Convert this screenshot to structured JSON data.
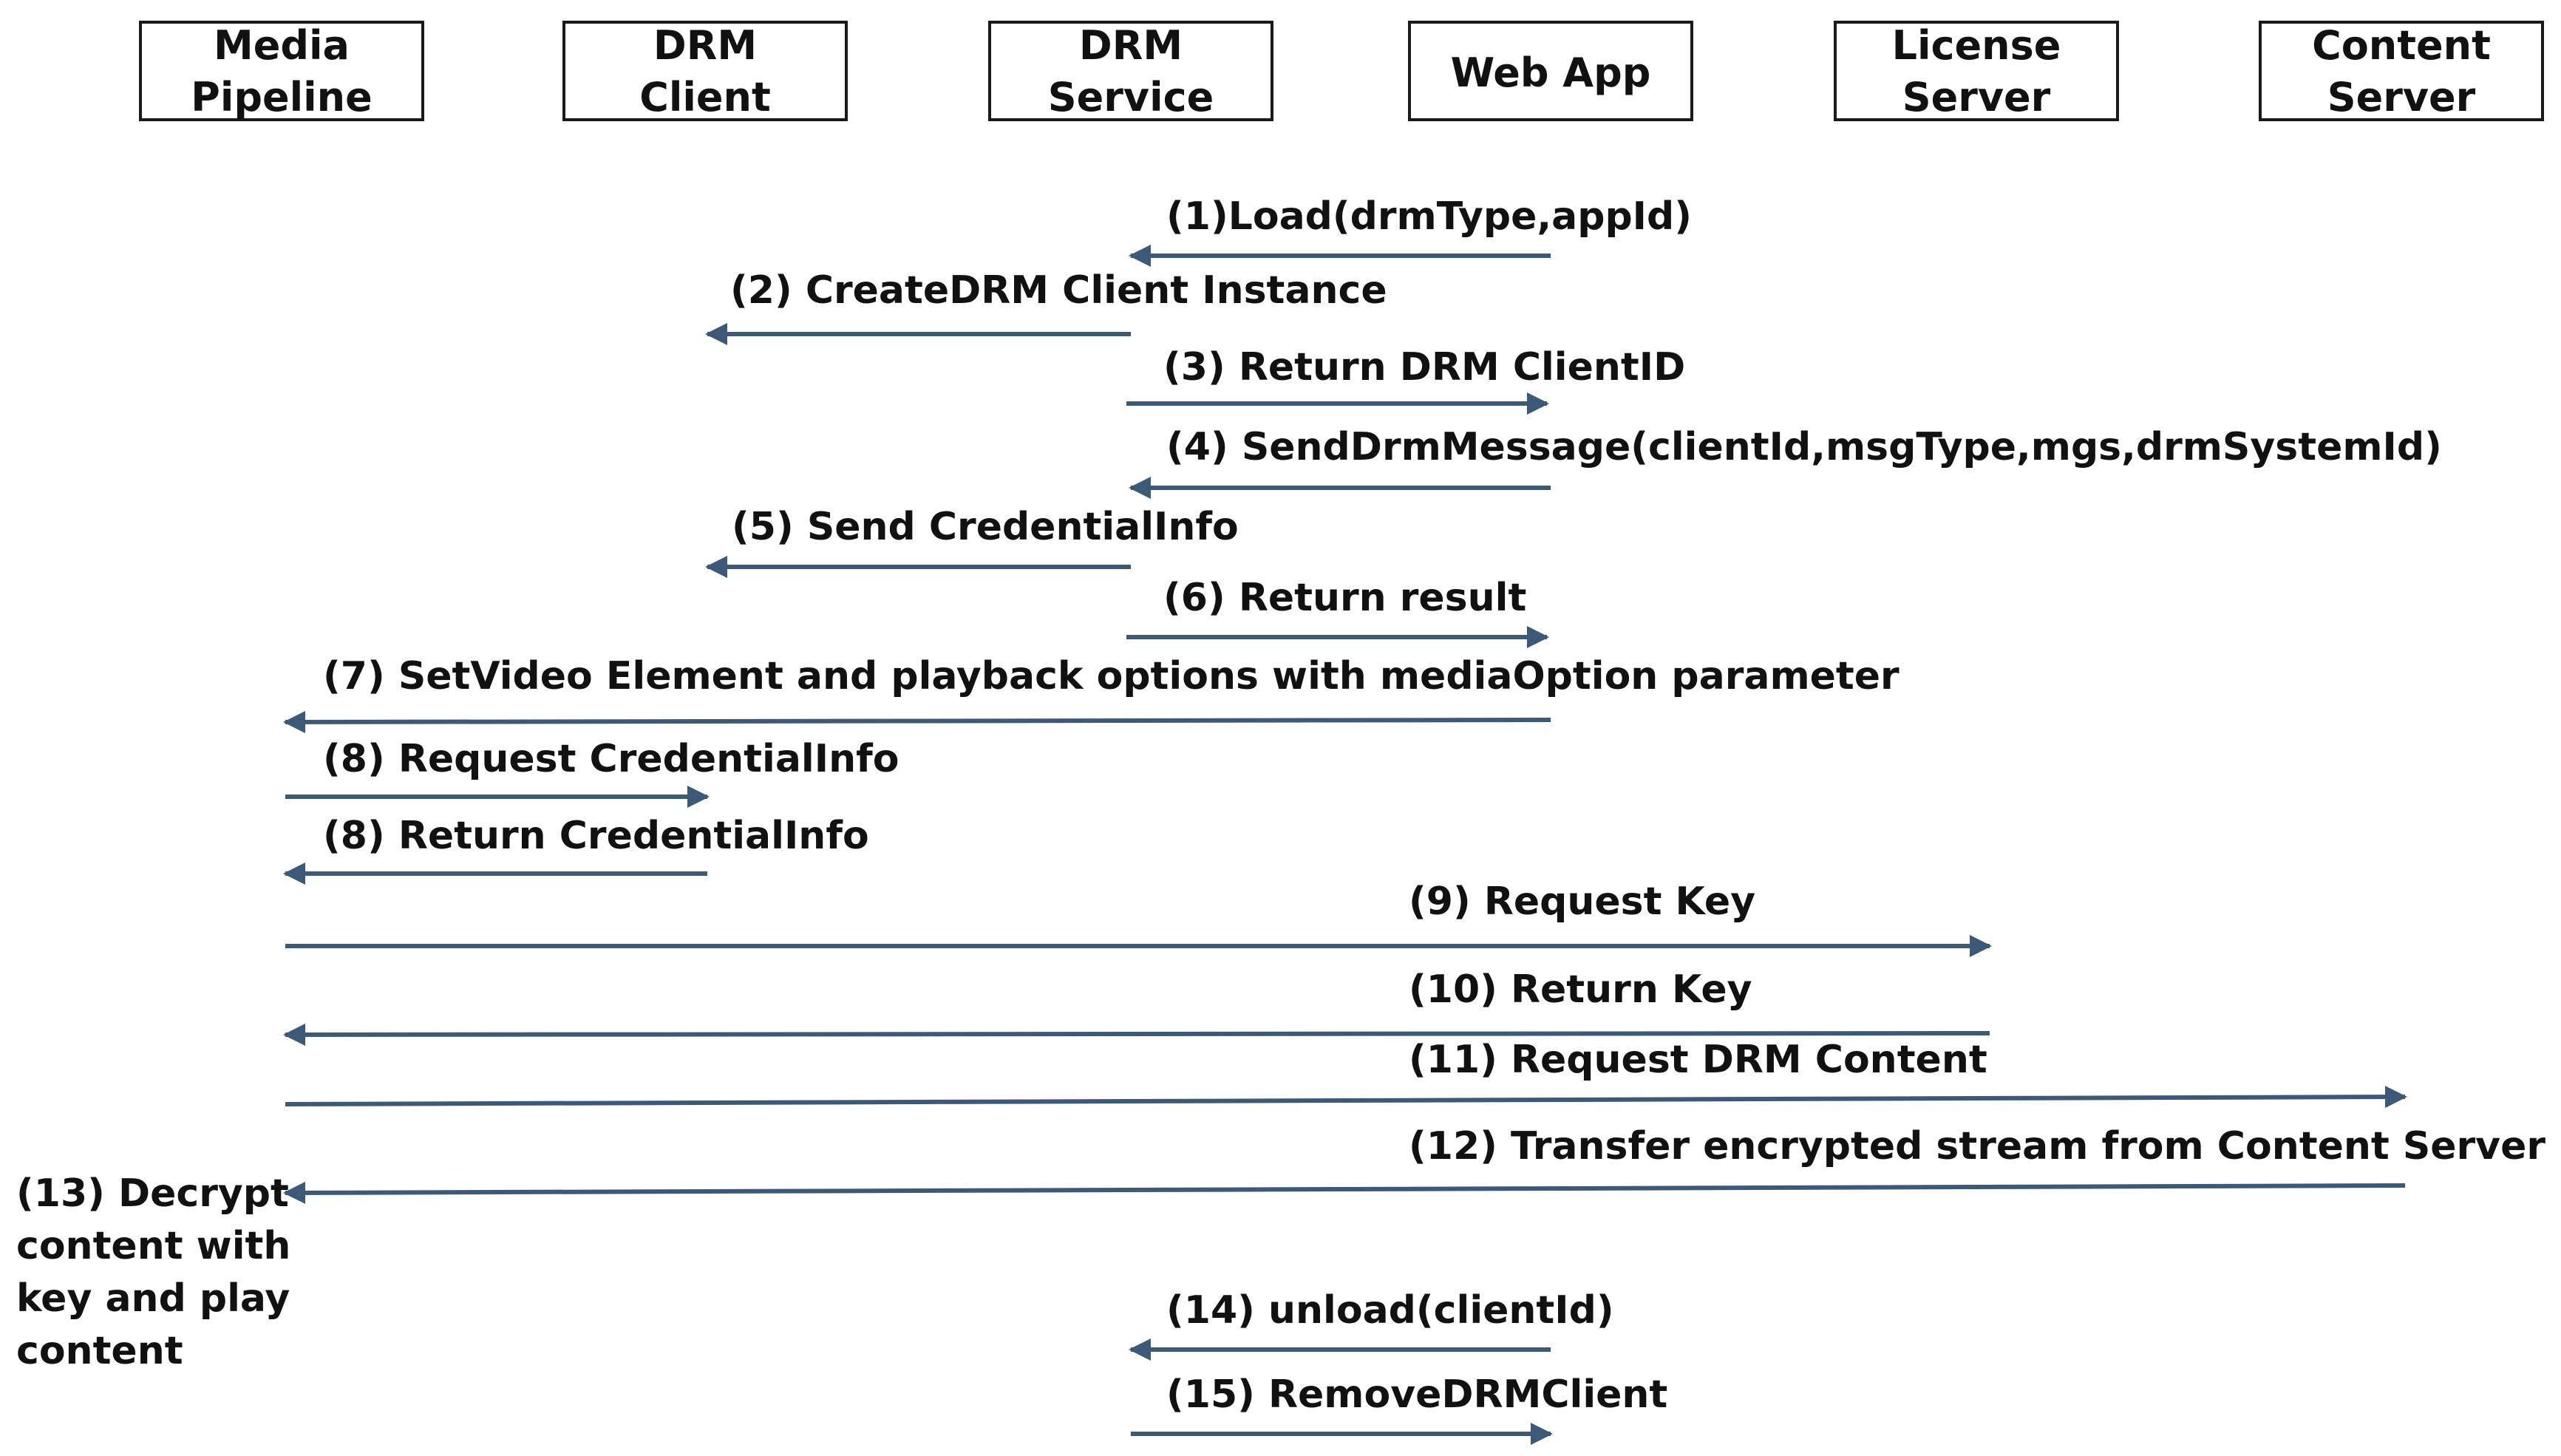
{
  "diagram": {
    "type": "sequence",
    "arrow_color": "#3c5a78",
    "actors": [
      {
        "id": "media",
        "lines": [
          "Media",
          "Pipeline"
        ]
      },
      {
        "id": "drmclient",
        "lines": [
          "DRM",
          "Client"
        ]
      },
      {
        "id": "drmservice",
        "lines": [
          "DRM",
          "Service"
        ]
      },
      {
        "id": "webapp",
        "lines": [
          "Web App"
        ]
      },
      {
        "id": "license",
        "lines": [
          "License",
          "Server"
        ]
      },
      {
        "id": "content",
        "lines": [
          "Content",
          "Server"
        ]
      }
    ],
    "messages": [
      {
        "label": "(1)Load(drmType,appId)",
        "from": "webapp",
        "to": "drmservice"
      },
      {
        "label": "(2) CreateDRM Client Instance",
        "from": "drmservice",
        "to": "drmclient"
      },
      {
        "label": "(3) Return DRM ClientID",
        "from": "drmservice",
        "to": "webapp"
      },
      {
        "label": "(4) SendDrmMessage(clientId,msgType,mgs,drmSystemId)",
        "from": "webapp",
        "to": "drmservice"
      },
      {
        "label": "(5) Send CredentialInfo",
        "from": "drmservice",
        "to": "drmclient"
      },
      {
        "label": "(6) Return result",
        "from": "drmservice",
        "to": "webapp"
      },
      {
        "label": "(7) SetVideo Element and playback options with mediaOption parameter",
        "from": "webapp",
        "to": "media"
      },
      {
        "label": "(8) Request CredentialInfo",
        "from": "media",
        "to": "drmclient"
      },
      {
        "label": "(8) Return CredentialInfo",
        "from": "drmclient",
        "to": "media"
      },
      {
        "label": "(9) Request Key",
        "from": "media",
        "to": "license"
      },
      {
        "label": "(10) Return Key",
        "from": "license",
        "to": "media"
      },
      {
        "label": "(11) Request DRM Content",
        "from": "media",
        "to": "content"
      },
      {
        "label": "(12) Transfer encrypted stream from Content Server",
        "from": "content",
        "to": "media"
      },
      {
        "label": "(14) unload(clientId)",
        "from": "webapp",
        "to": "drmservice"
      },
      {
        "label": "(15) RemoveDRMClient",
        "from": "drmservice",
        "to": "webapp"
      }
    ],
    "note": {
      "lines": [
        "(13) Decrypt",
        "content with",
        "key and play",
        "content"
      ]
    }
  }
}
